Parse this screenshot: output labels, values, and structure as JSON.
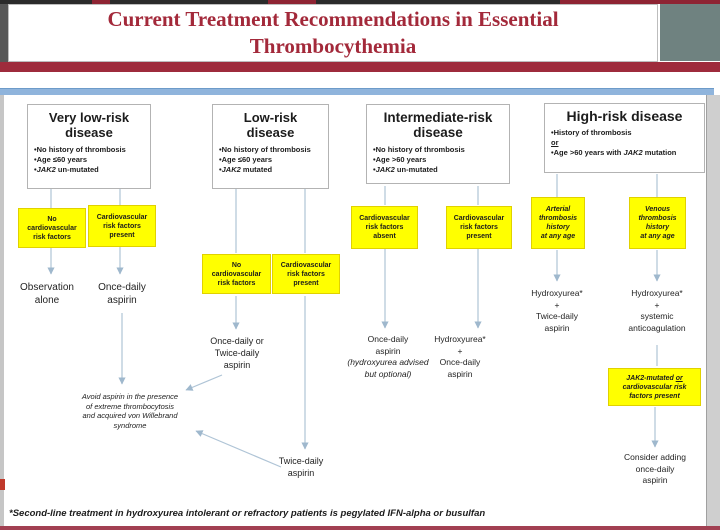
{
  "slide": {
    "title": "Current Treatment Recommendations in Essential\nThrombocythemia",
    "footnote": "*Second-line treatment in hydroxyurea intolerant or refractory patients  is pegylated IFN-alpha or busulfan"
  },
  "colors": {
    "title_red": "#A3293A",
    "maroon_bar": "#9E2B3C",
    "blue_bar": "#8FB4DC",
    "highlight_yellow": "#FFFF00",
    "connector": "#AFC4D6"
  },
  "note_avoid": "Avoid aspirin in the presence\nof extreme thrombocytosis\nand acquired von Willebrand\nsyndrome",
  "c1": {
    "title": "Very low-risk\ndisease",
    "crit1": "•No history of thrombosis",
    "crit2": "•Age ≤60 years",
    "crit3_bullet": "•",
    "crit3_jak2": "JAK2",
    "crit3_rest": " un-mutated",
    "branch_no_cv": "No\ncardiovascular\nrisk factors",
    "branch_cv_present": "Cardiovascular\nrisk factors\npresent",
    "outcome_observation": "Observation\nalone",
    "outcome_aspirin": "Once-daily\naspirin"
  },
  "c2": {
    "title": "Low-risk\ndisease",
    "crit1": "•No history of thrombosis",
    "crit2": "•Age ≤60 years",
    "crit3_bullet": "•",
    "crit3_jak2": "JAK2",
    "crit3_rest": " mutated",
    "branch_no_cv": "No\ncardiovascular\nrisk factors",
    "branch_cv_present": "Cardiovascular\nrisk factors\npresent",
    "outcome_once_or_twice": "Once-daily or\nTwice-daily\naspirin",
    "outcome_twice": "Twice-daily\naspirin"
  },
  "c3": {
    "title": "Intermediate-risk\ndisease",
    "crit1": "•No history of thrombosis",
    "crit2": "•Age >60 years",
    "crit3_bullet": "•",
    "crit3_jak2": "JAK2",
    "crit3_rest": " un-mutated",
    "branch_cv_absent": "Cardiovascular\nrisk factors\nabsent",
    "branch_cv_present": "Cardiovascular\nrisk factors\npresent",
    "outcome_aspirin_main": "Once-daily\naspirin",
    "outcome_aspirin_note": "(hydroxyurea advised\nbut optional)",
    "outcome_hu": "Hydroxyurea*\n+\nOnce-daily\naspirin"
  },
  "c4": {
    "title": "High-risk disease",
    "crit1": "•History of thrombosis",
    "crit_or": "or",
    "crit3_bullet": "•Age >60 years with ",
    "crit3_jak2": "JAK2",
    "crit3_rest": " mutation",
    "branch_arterial": "Arterial\nthrombosis\nhistory\nat any age",
    "branch_venous": "Venous\nthrombosis\nhistory\nat any age",
    "outcome_arterial": "Hydroxyurea*\n+\nTwice-daily\naspirin",
    "outcome_venous": "Hydroxyurea*\n+\nsystemic\nanticoagulation",
    "jak2_box_seg1": "JAK2-mutated ",
    "jak2_box_or": "or",
    "jak2_box_rest": "\ncardiovascular risk\nfactors present",
    "outcome_consider": "Consider adding\nonce-daily\naspirin"
  }
}
